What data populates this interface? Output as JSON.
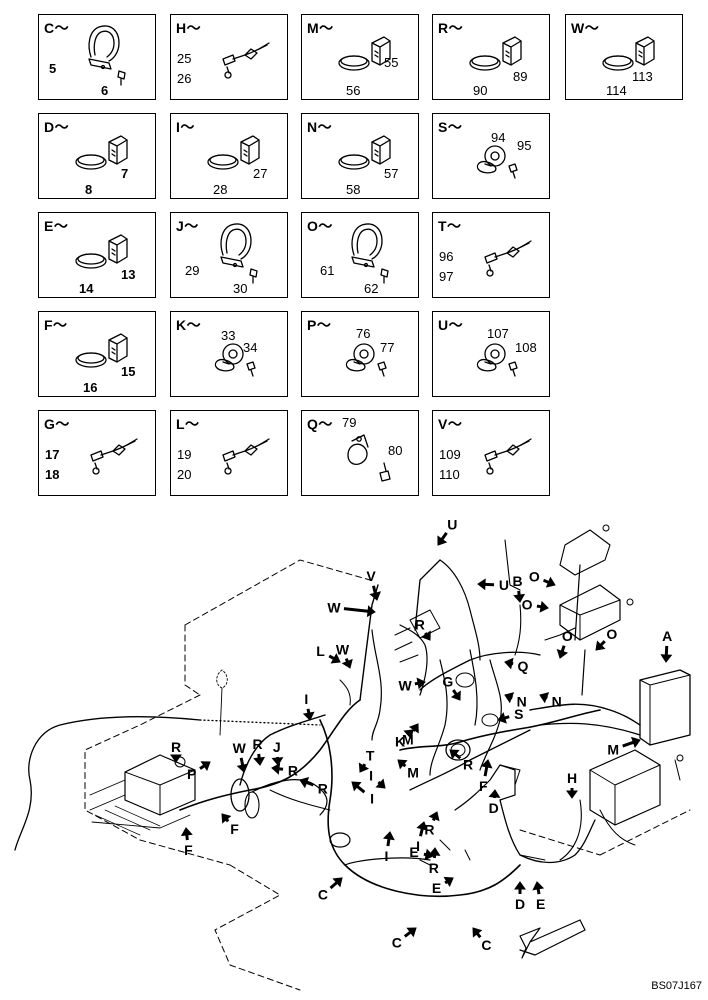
{
  "grid": [
    {
      "key": "C～",
      "kind": "band",
      "parts": [
        "5",
        "6"
      ],
      "bold": true
    },
    {
      "key": "H～",
      "kind": "wire",
      "parts": [
        "25",
        "26"
      ],
      "bold": false
    },
    {
      "key": "M～",
      "kind": "clip",
      "parts": [
        "55",
        "56"
      ],
      "bold": false
    },
    {
      "key": "R～",
      "kind": "clip",
      "parts": [
        "89",
        "90"
      ],
      "bold": false
    },
    {
      "key": "W～",
      "kind": "clip",
      "parts": [
        "113",
        "114"
      ],
      "bold": false
    },
    {
      "key": "D～",
      "kind": "clip",
      "parts": [
        "7",
        "8"
      ],
      "bold": true
    },
    {
      "key": "I～",
      "kind": "clip",
      "parts": [
        "27",
        "28"
      ],
      "bold": false
    },
    {
      "key": "N～",
      "kind": "clip",
      "parts": [
        "57",
        "58"
      ],
      "bold": false
    },
    {
      "key": "S～",
      "kind": "ring",
      "parts": [
        "94",
        "95"
      ],
      "bold": false
    },
    {
      "key": "E～",
      "kind": "clip",
      "parts": [
        "13",
        "14"
      ],
      "bold": true
    },
    {
      "key": "J～",
      "kind": "band",
      "parts": [
        "29",
        "30"
      ],
      "bold": false
    },
    {
      "key": "O～",
      "kind": "band",
      "parts": [
        "61",
        "62"
      ],
      "bold": false
    },
    {
      "key": "T～",
      "kind": "wire",
      "parts": [
        "96",
        "97"
      ],
      "bold": false
    },
    {
      "key": "F～",
      "kind": "clip",
      "parts": [
        "15",
        "16"
      ],
      "bold": true
    },
    {
      "key": "K～",
      "kind": "ring",
      "parts": [
        "33",
        "34"
      ],
      "bold": false
    },
    {
      "key": "P～",
      "kind": "ring",
      "parts": [
        "76",
        "77"
      ],
      "bold": false
    },
    {
      "key": "U～",
      "kind": "ring",
      "parts": [
        "107",
        "108"
      ],
      "bold": false
    },
    {
      "key": "G～",
      "kind": "wire",
      "parts": [
        "17",
        "18"
      ],
      "bold": true
    },
    {
      "key": "L～",
      "kind": "wire",
      "parts": [
        "19",
        "20"
      ],
      "bold": false
    },
    {
      "key": "Q～",
      "kind": "pclip",
      "parts": [
        "79",
        "80"
      ],
      "bold": false
    },
    {
      "key": "V～",
      "kind": "wire",
      "parts": [
        "109",
        "110"
      ],
      "bold": false
    }
  ],
  "callouts": [
    "U",
    "V",
    "W",
    "B",
    "O",
    "O",
    "U",
    "A",
    "L",
    "W",
    "R",
    "Q",
    "O",
    "O",
    "N",
    "N",
    "W",
    "G",
    "S",
    "M",
    "I",
    "R",
    "W",
    "R",
    "J",
    "R",
    "P",
    "K",
    "R",
    "T",
    "M",
    "I",
    "M",
    "I",
    "R",
    "F",
    "F",
    "D",
    "F",
    "I",
    "R",
    "I",
    "E",
    "R",
    "C",
    "E",
    "D",
    "E",
    "H",
    "C",
    "C"
  ],
  "drawing_code": "BS07J167"
}
